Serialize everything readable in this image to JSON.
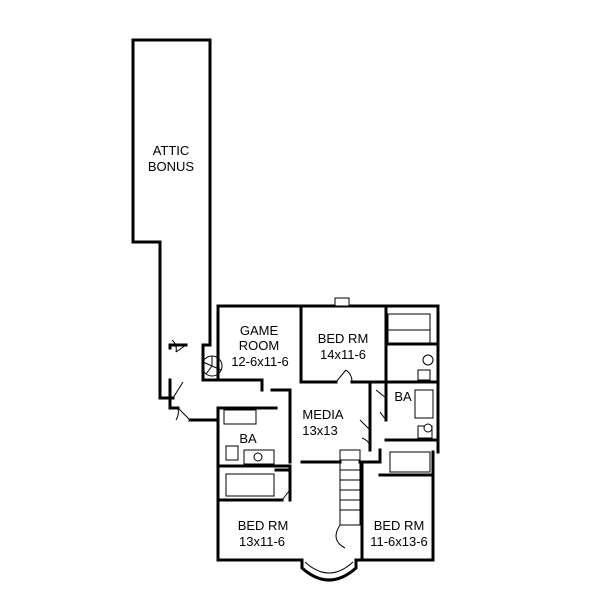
{
  "plan": {
    "rooms": [
      {
        "id": "attic",
        "line1": "ATTIC",
        "line2": "BONUS"
      },
      {
        "id": "game",
        "line1": "GAME",
        "line2": "ROOM",
        "line3": "12-6x11-6"
      },
      {
        "id": "bed1",
        "line1": "BED  RM",
        "line2": "14x11-6"
      },
      {
        "id": "media",
        "line1": "MEDIA",
        "line2": "13x13"
      },
      {
        "id": "ba1",
        "line1": "BA"
      },
      {
        "id": "ba2",
        "line1": "BA"
      },
      {
        "id": "bed2",
        "line1": "BED  RM",
        "line2": "13x11-6"
      },
      {
        "id": "bed3",
        "line1": "BED  RM",
        "line2": "11-6x13-6"
      }
    ]
  }
}
